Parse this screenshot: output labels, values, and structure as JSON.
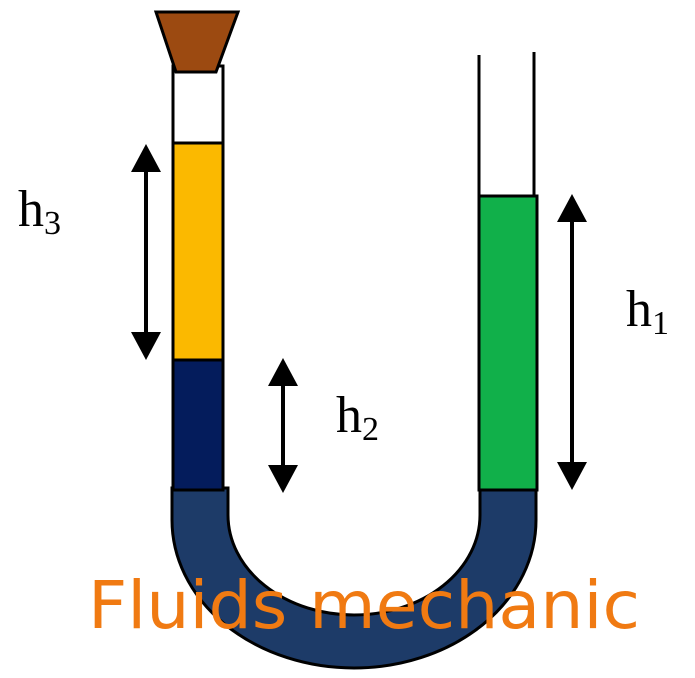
{
  "labels": {
    "h1": {
      "main": "h",
      "sub": "1"
    },
    "h2": {
      "main": "h",
      "sub": "2"
    },
    "h3": {
      "main": "h",
      "sub": "3"
    }
  },
  "watermark": "Fluids mechanic",
  "colors": {
    "stopper": "#9c4a11",
    "oil_left": "#fbb900",
    "liquid_left": "#041c5c",
    "mercury_bend": "#1d3b68",
    "liquid_right": "#11b04a",
    "air_gap": "#ffffff",
    "watermark": "#f07a12",
    "outline": "#000000"
  },
  "icons": {
    "stopper": "stopper-icon",
    "arrows": "double-arrow-icon"
  }
}
